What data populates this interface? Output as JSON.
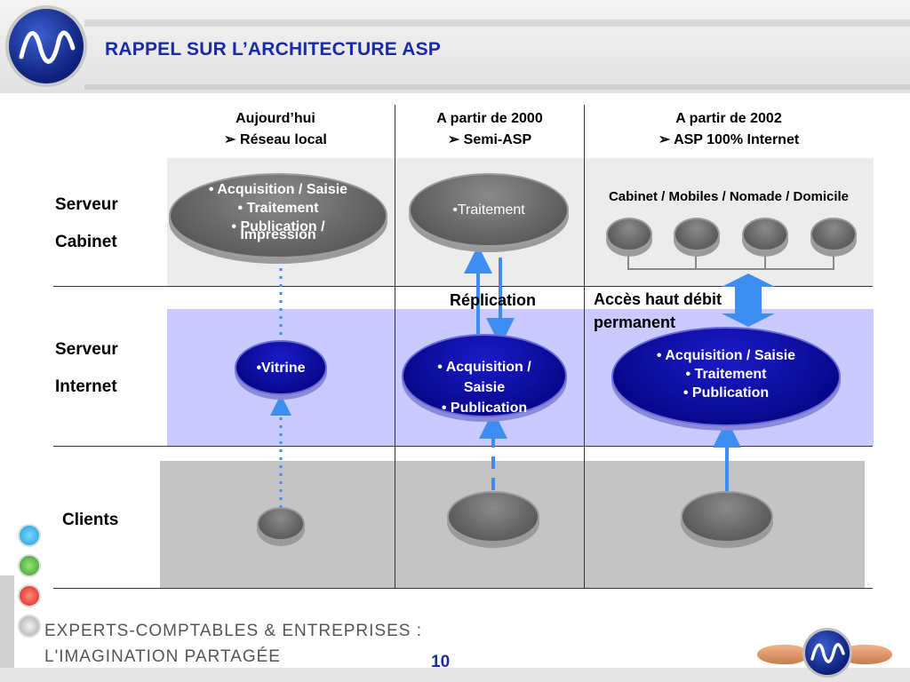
{
  "header": {
    "title": "RAPPEL SUR L’ARCHITECTURE ASP"
  },
  "columns": [
    {
      "line1": "Aujourd’hui",
      "line2": "➢ Réseau local"
    },
    {
      "line1": "A partir de 2000",
      "line2": "➢  Semi-ASP"
    },
    {
      "line1": "A partir de 2002",
      "line2": "➢ ASP 100% Internet"
    }
  ],
  "rows": {
    "serveur_cabinet": [
      "Serveur",
      "Cabinet"
    ],
    "serveur_internet": [
      "Serveur",
      "Internet"
    ],
    "clients": "Clients"
  },
  "nodes": {
    "cabinet_today": [
      "• Acquisition  / Saisie",
      "• Traitement",
      "• Publication /",
      "Impression"
    ],
    "cabinet_2000": "•Traitement",
    "cabinet_2002_label": "Cabinet / Mobiles / Nomade / Domicile",
    "internet_today": "•Vitrine",
    "internet_2000": [
      "• Acquisition  /",
      "Saisie",
      "• Publication"
    ],
    "internet_2002": [
      "• Acquisition  / Saisie",
      "• Traitement",
      "• Publication"
    ]
  },
  "labels": {
    "replication": "Réplication",
    "acces": [
      "Accès haut débit",
      "permanent"
    ]
  },
  "footer": {
    "line1": "EXPERTS-COMPTABLES & ENTREPRISES :",
    "line2": "L'IMAGINATION PARTAGÉE",
    "page": "10"
  },
  "colors": {
    "title": "#1a2aa8",
    "blue_band": "#c9caff",
    "arrow": "#3d8ef0"
  }
}
